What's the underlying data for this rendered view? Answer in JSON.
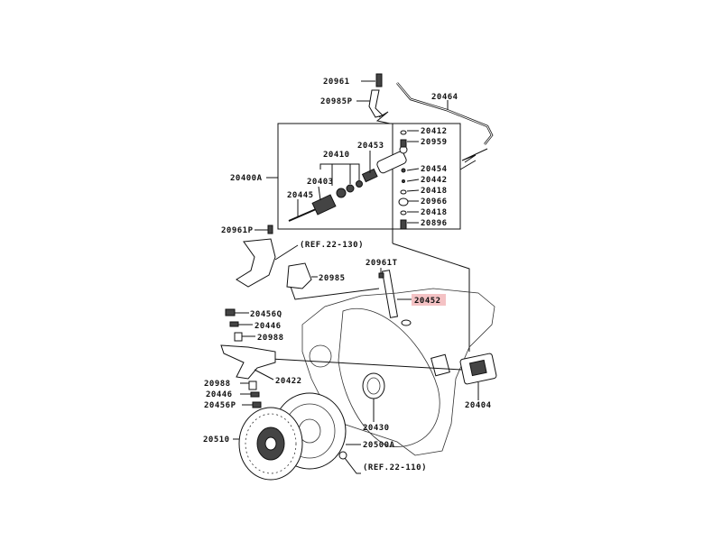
{
  "title": "Clutch parts diagram",
  "highlight_color": "#f4c2c4",
  "labels": {
    "p20961": "20961",
    "p20985P": "20985P",
    "p20464": "20464",
    "p20412": "20412",
    "p20959": "20959",
    "p20454": "20454",
    "p20442": "20442",
    "p20418a": "20418",
    "p20966": "20966",
    "p20418b": "20418",
    "p20896": "20896",
    "p20453": "20453",
    "p20410": "20410",
    "p20403": "20403",
    "p20445": "20445",
    "p20400A": "20400A",
    "p20961P": "20961P",
    "ref130": "(REF.22-130)",
    "p20961T": "20961T",
    "p20985": "20985",
    "p20452": "20452",
    "p20456Q": "20456Q",
    "p20446a": "20446",
    "p20988a": "20988",
    "p20422": "20422",
    "p20988b": "20988",
    "p20446b": "20446",
    "p20456P": "20456P",
    "p20510": "20510",
    "p20500A": "20500A",
    "p20430": "20430",
    "p20404": "20404",
    "ref110": "(REF.22-110)"
  }
}
